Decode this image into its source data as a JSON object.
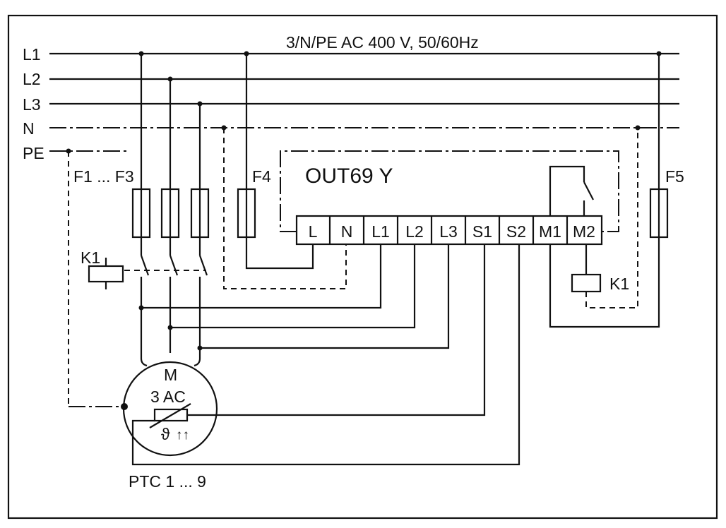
{
  "supply_label": "3/N/PE AC 400 V, 50/60Hz",
  "bus_lines": [
    "L1",
    "L2",
    "L3",
    "N",
    "PE"
  ],
  "fuses": {
    "main": "F1 ... F3",
    "control": "F4",
    "output": "F5"
  },
  "device": {
    "name": "OUT69 Y",
    "terminals": [
      "L",
      "N",
      "L1",
      "L2",
      "L3",
      "S1",
      "S2",
      "M1",
      "M2"
    ]
  },
  "contactor": {
    "coil_label": "K1",
    "contact_label": "K1"
  },
  "motor": {
    "label": "M",
    "type": "3 AC"
  },
  "sensor": {
    "symbol": "ϑ",
    "label": "PTC 1 ... 9"
  }
}
